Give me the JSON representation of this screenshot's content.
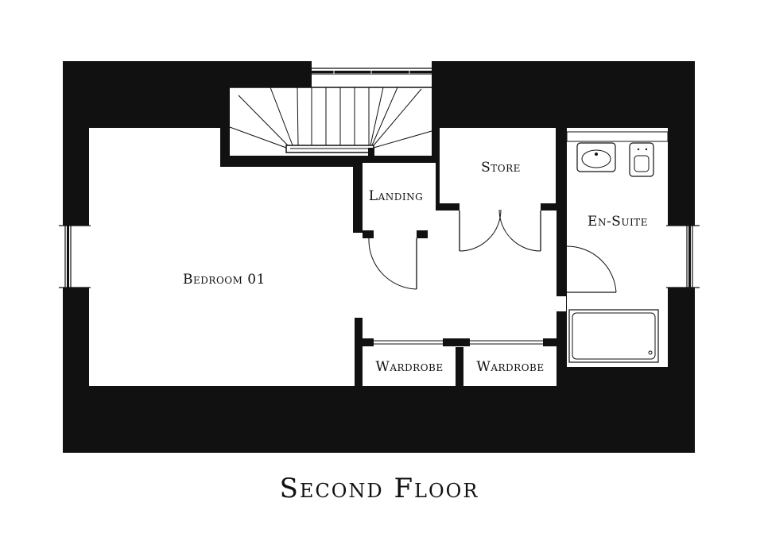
{
  "colors": {
    "wall": "#111111",
    "floor": "#ffffff",
    "line": "#111111"
  },
  "plan": {
    "title": "Second Floor",
    "rooms": {
      "bedroom": "Bedroom 01",
      "landing": "Landing",
      "store": "Store",
      "ensuite": "En-Suite",
      "wardrobe_left": "Wardrobe",
      "wardrobe_right": "Wardrobe"
    }
  }
}
